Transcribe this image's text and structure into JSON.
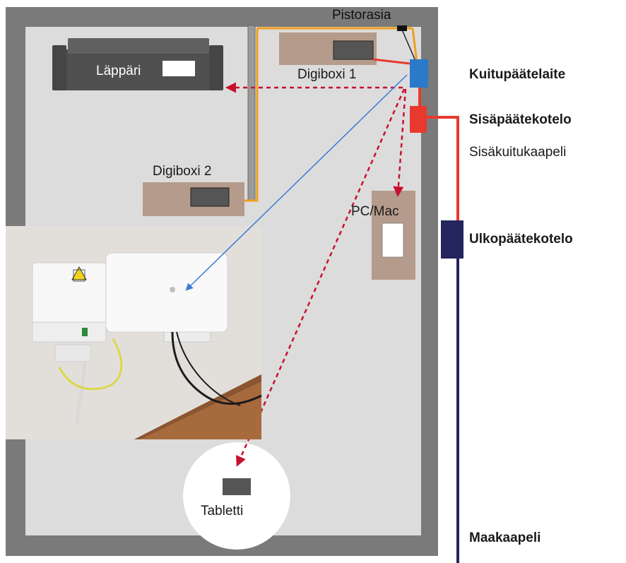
{
  "diagram": {
    "house": {
      "socket_label": "Pistorasia",
      "laptop_label": "Läppäri",
      "digiboxi1_label": "Digiboxi 1",
      "digiboxi2_label": "Digiboxi 2",
      "pc_label": "PC/Mac",
      "tablet_label": "Tabletti"
    },
    "outside_labels": {
      "fiber_terminal": "Kuitupäätelaite",
      "indoor_enclosure": "Sisäpäätekotelo",
      "indoor_cable": "Sisäkuitukaapeli",
      "outdoor_enclosure": "Ulkopäätekotelo",
      "ground_cable": "Maakaapeli"
    },
    "colors": {
      "fiber_terminal": "#2b79c9",
      "indoor_enclosure": "#e8392f",
      "outdoor_enclosure": "#24245e",
      "power_cable": "#f0a020",
      "wifi_arrow": "#c8102e",
      "pointer_line": "#3a7bd5",
      "house_fill": "#dcdcdc",
      "house_wall": "#6b6b6b",
      "furniture": "#b59b8b"
    }
  }
}
